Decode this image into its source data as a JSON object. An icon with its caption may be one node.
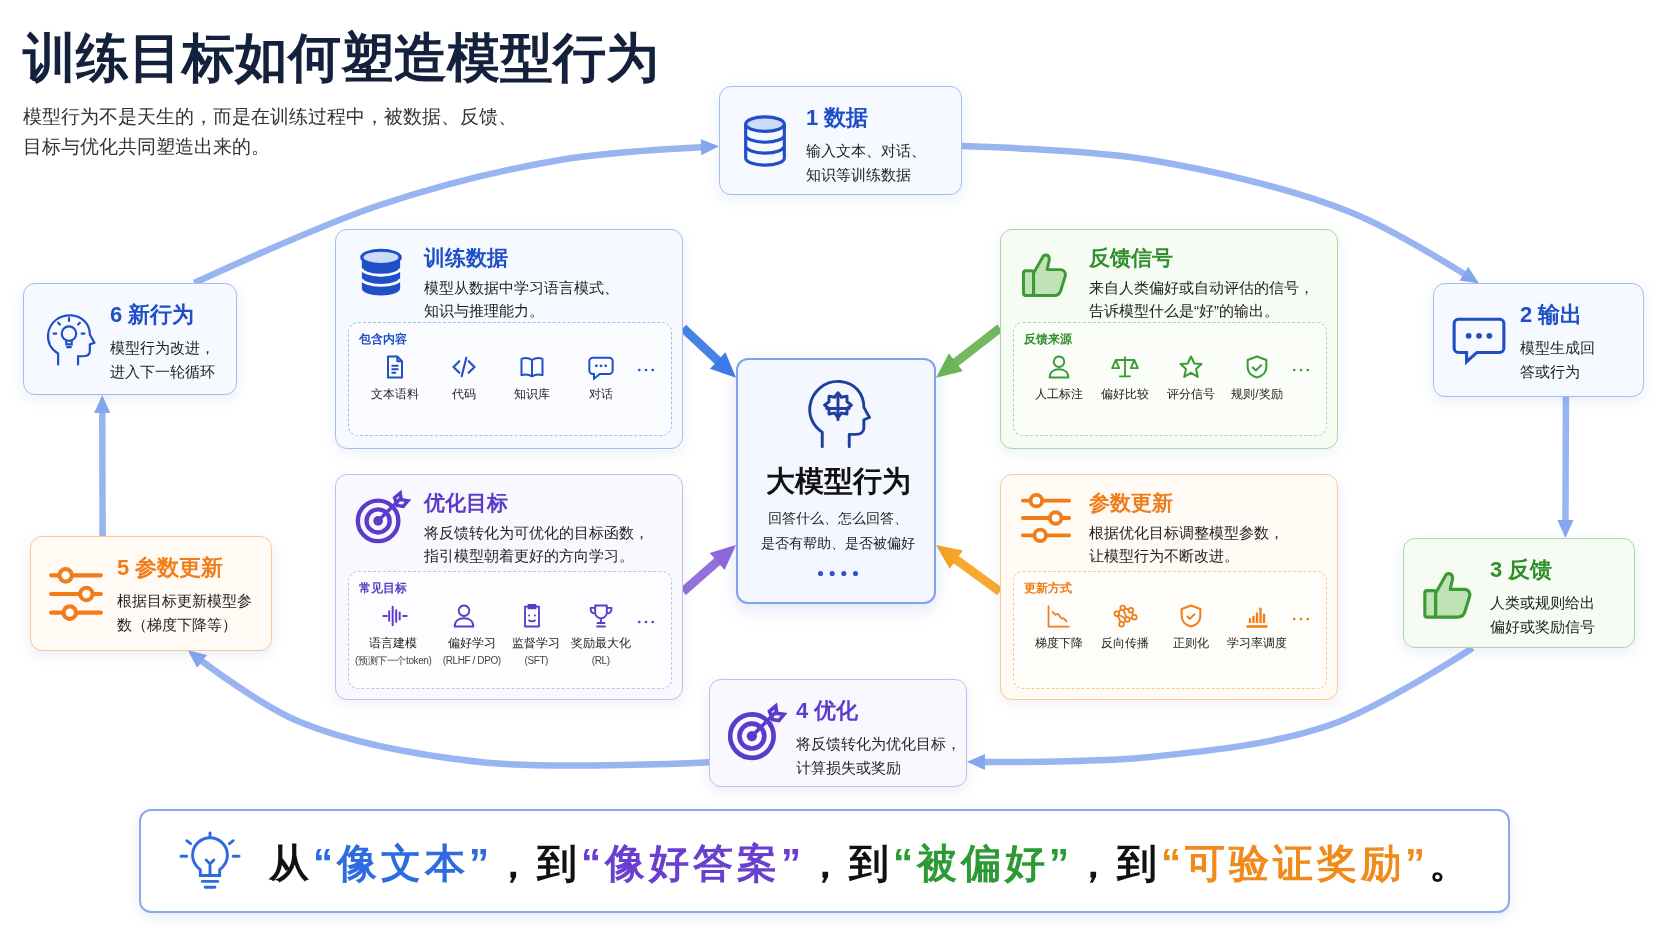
{
  "diagram": {
    "title": "训练目标如何塑造模型行为",
    "nodes": [
      {
        "text": [
          "1 数据",
          "输入文本、对话、知识等训练数据"
        ]
      },
      {
        "text": [
          "6 新行为",
          "模型行为改进，进入下一轮循环"
        ]
      },
      {
        "text": [
          "训练数据",
          "模型从数据中学习语言模式、知识与推理能力。"
        ]
      },
      {
        "text": [
          "包含内容",
          "文本语料",
          "代码",
          "知识库",
          "对话"
        ],
        "in": 2
      },
      {
        "text": [
          "反馈信号",
          "来自人类偏好或自动评估的信号，告诉模型什么是“好”的输出。"
        ]
      },
      {
        "text": [
          "反馈来源",
          "人工标注",
          "偏好比较",
          "评分信号",
          "规则/奖励"
        ],
        "in": 4
      },
      {
        "text": [
          "2 输出",
          "模型生成回答或行为"
        ]
      },
      {
        "text": [
          "大模型行为",
          "回答什么、怎么回答、是否有帮助、是否被偏好"
        ]
      },
      {
        "text": [
          "优化目标",
          "将反馈转化为可优化的目标函数，指引模型朝着更好的方向学习。"
        ]
      },
      {
        "text": [
          "常见目标",
          "语言建模",
          "(预测下一个token)",
          "偏好学习",
          "(RLHF / DPO)",
          "监督学习",
          "(SFT)",
          "奖励最大化",
          "(RL)"
        ],
        "in": 8
      },
      {
        "text": [
          "参数更新",
          "根据优化目标调整模型参数，让模型行为不断改进。"
        ]
      },
      {
        "text": [
          "更新方式",
          "梯度下降",
          "反向传播",
          "正则化",
          "学习率调度"
        ],
        "in": 10
      },
      {
        "text": [
          "5 参数更新",
          "根据目标更新模型参数（梯度下降等）"
        ]
      },
      {
        "text": [
          "3 反馈",
          "人类或规则给出偏好或奖励信号"
        ]
      },
      {
        "text": [
          "4 优化",
          "将反馈转化为优化目标，计算损失或奖励"
        ]
      },
      {
        "text": [
          "从",
          "“像文本”",
          "，到",
          "“像好答案”",
          "，到",
          "“被偏好”",
          "，到",
          "“可验证奖励”",
          "。"
        ]
      }
    ],
    "edges": [
      {
        "from": 1,
        "to": 0,
        "arrow": "to"
      },
      {
        "from": 0,
        "to": 6,
        "arrow": "to"
      },
      {
        "from": 6,
        "to": 13,
        "arrow": "to"
      },
      {
        "from": 13,
        "to": 14,
        "arrow": "to"
      },
      {
        "from": 14,
        "to": 12,
        "arrow": "to"
      },
      {
        "from": 12,
        "to": 1,
        "arrow": "to"
      },
      {
        "from": 2,
        "to": 7,
        "arrow": "to",
        "color": "#3f7be6"
      },
      {
        "from": 4,
        "to": 7,
        "arrow": "to",
        "color": "#6cb556"
      },
      {
        "from": 8,
        "to": 7,
        "arrow": "to",
        "color": "#8c6ad8"
      },
      {
        "from": 10,
        "to": 7,
        "arrow": "to",
        "color": "#f5a524"
      }
    ],
    "labels": [
      "模型行为不是天生的，而是在训练过程中，被数据、反馈、目标与优化共同塑造出来的。"
    ]
  }
}
